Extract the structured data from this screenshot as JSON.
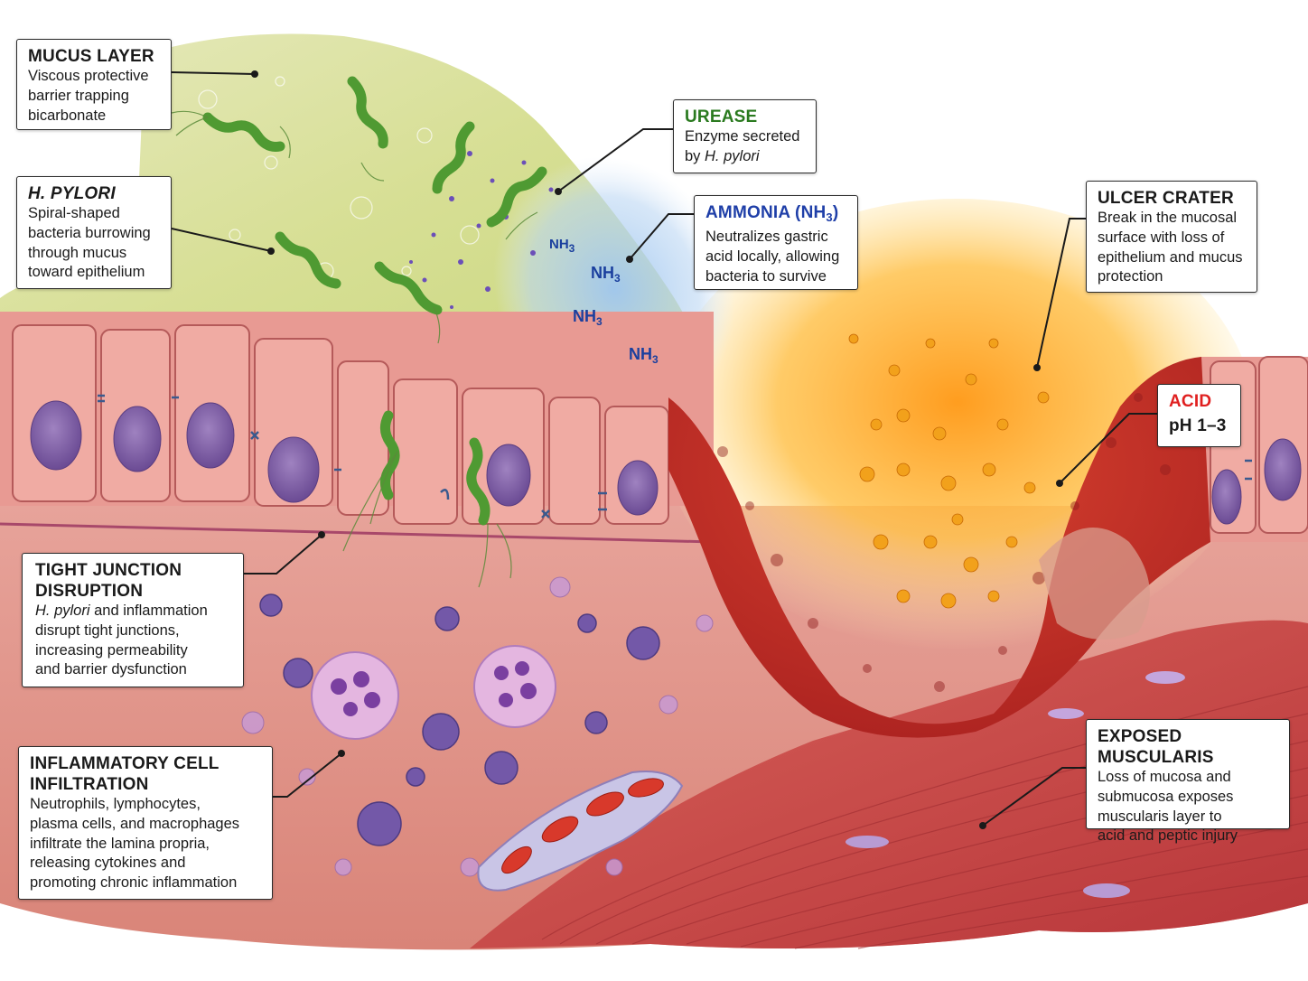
{
  "callouts": {
    "mucus": {
      "title": "MUCUS LAYER",
      "lines": [
        "Viscous protective",
        "barrier trapping",
        "bicarbonate"
      ]
    },
    "hpylori": {
      "title": "H. PYLORI",
      "lines": [
        "Spiral-shaped",
        "bacteria burrowing",
        "through mucus",
        "toward epithelium"
      ]
    },
    "urease": {
      "title": "UREASE",
      "line1": "Enzyme secreted",
      "line2_prefix": "by ",
      "line2_italic": "H. pylori"
    },
    "ammonia": {
      "title_prefix": "AMMONIA (NH",
      "title_sub": "3",
      "title_suffix": ")",
      "lines": [
        "Neutralizes gastric",
        "acid locally, allowing",
        "bacteria to survive"
      ]
    },
    "ulcer": {
      "title": "ULCER CRATER",
      "lines": [
        "Break in the mucosal",
        "surface with loss of",
        "epithelium and mucus",
        "protection"
      ]
    },
    "acid": {
      "title": "ACID",
      "value": "pH 1–3"
    },
    "tight": {
      "title_line1": "TIGHT JUNCTION",
      "title_line2": "DISRUPTION",
      "line1_italic": "H. pylori",
      "line1_rest": " and inflammation",
      "lines": [
        "disrupt tight junctions,",
        "increasing permeability",
        "and barrier dysfunction"
      ]
    },
    "inflammatory": {
      "title_line1": "INFLAMMATORY CELL",
      "title_line2": "INFILTRATION",
      "lines": [
        "Neutrophils, lymphocytes,",
        "plasma cells, and macrophages",
        "infiltrate the lamina propria,",
        "releasing cytokines and",
        "promoting chronic inflammation"
      ]
    },
    "muscularis": {
      "title": "EXPOSED MUSCULARIS",
      "lines": [
        "Loss of mucosa and",
        "submucosa exposes",
        "muscularis layer to",
        "acid and peptic injury"
      ]
    }
  },
  "nh3_label": {
    "base": "NH",
    "sub": "3"
  },
  "colors": {
    "urease_title": "#2a7a1f",
    "ammonia_title": "#1f3fa8",
    "acid_title": "#e02020",
    "mucus": "#d9e0a0",
    "epithelium": "#e79a94",
    "ulcer": "#c0392b",
    "muscle": "#c44a4a",
    "bacteria": "#4f9a32"
  },
  "icons": [
    "h-pylori-bacterium-icon",
    "epithelial-cell-icon",
    "nucleus-icon",
    "neutrophil-icon",
    "lymphocyte-icon",
    "blood-vessel-icon",
    "acid-droplet-icon",
    "ammonia-cloud-icon"
  ]
}
